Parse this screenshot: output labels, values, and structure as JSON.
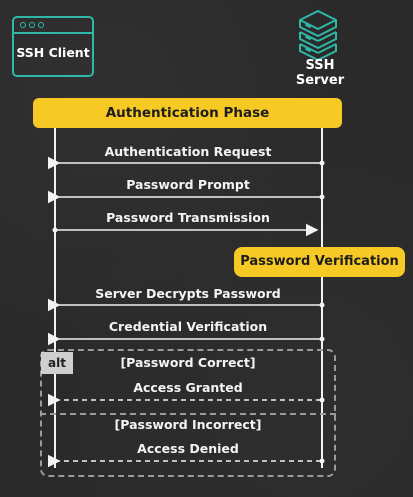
{
  "participants": {
    "client": {
      "label": "SSH Client",
      "icon": "browser-window-icon",
      "color": "#2fb8a8"
    },
    "server": {
      "label_line1": "SSH",
      "label_line2": "Server",
      "icon": "server-stack-icon",
      "color": "#2fb8a8"
    }
  },
  "phases": {
    "authentication": "Authentication Phase",
    "verification": "Password Verification"
  },
  "messages": [
    {
      "label": "Authentication Request",
      "from": "server",
      "to": "client",
      "style": "solid"
    },
    {
      "label": "Password Prompt",
      "from": "server",
      "to": "client",
      "style": "solid"
    },
    {
      "label": "Password Transmission",
      "from": "client",
      "to": "server",
      "style": "solid"
    },
    {
      "label": "Server Decrypts Password",
      "from": "server",
      "to": "client",
      "style": "solid"
    },
    {
      "label": "Credential Verification",
      "from": "server",
      "to": "client",
      "style": "solid"
    }
  ],
  "alt": {
    "tag": "alt",
    "branches": [
      {
        "guard": "[Password Correct]",
        "message": "Access Granted",
        "style": "dashed"
      },
      {
        "guard": "[Password Incorrect]",
        "message": "Access Denied",
        "style": "dashed"
      }
    ]
  },
  "colors": {
    "background": "#2a2a2a",
    "phase": "#f7c925",
    "accent": "#2fb8a8",
    "line": "#f2f2f2",
    "frame": "#9a9a9a"
  }
}
